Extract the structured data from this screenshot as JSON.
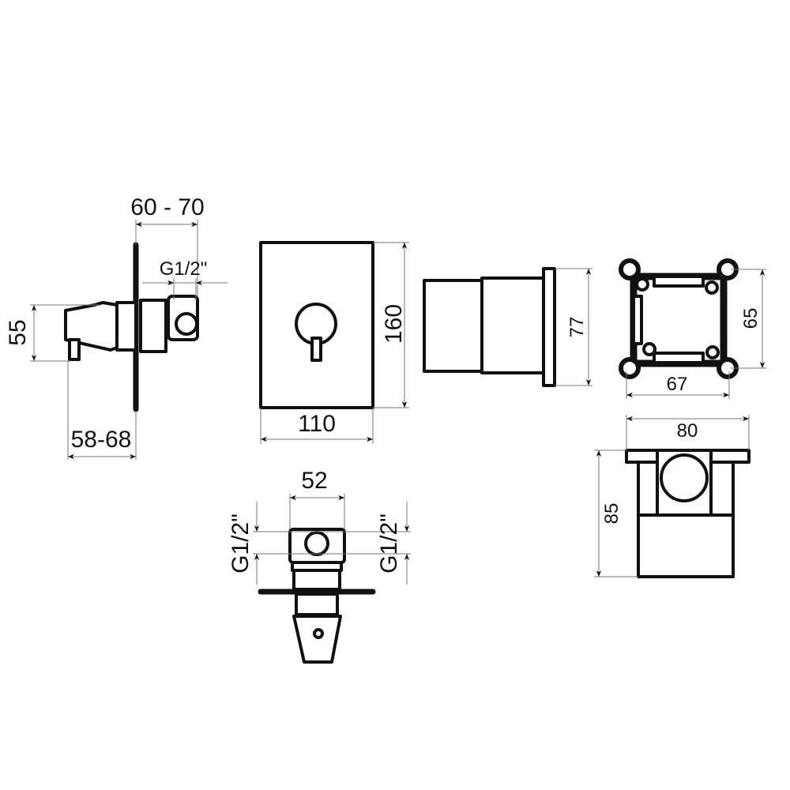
{
  "side_view": {
    "depth_label": "60 - 70",
    "thread_label": "G1/2\"",
    "height_label": "55",
    "projection_label": "58-68"
  },
  "front_plate": {
    "height_label": "160",
    "width_label": "110"
  },
  "box_side": {
    "height_label": "77"
  },
  "box_top": {
    "height_label": "65",
    "width_label": "67"
  },
  "box_front": {
    "width_label": "80",
    "height_label": "85"
  },
  "bottom_view": {
    "width_label": "52",
    "thread_left_label": "G1/2\"",
    "thread_right_label": "G1/2\""
  }
}
